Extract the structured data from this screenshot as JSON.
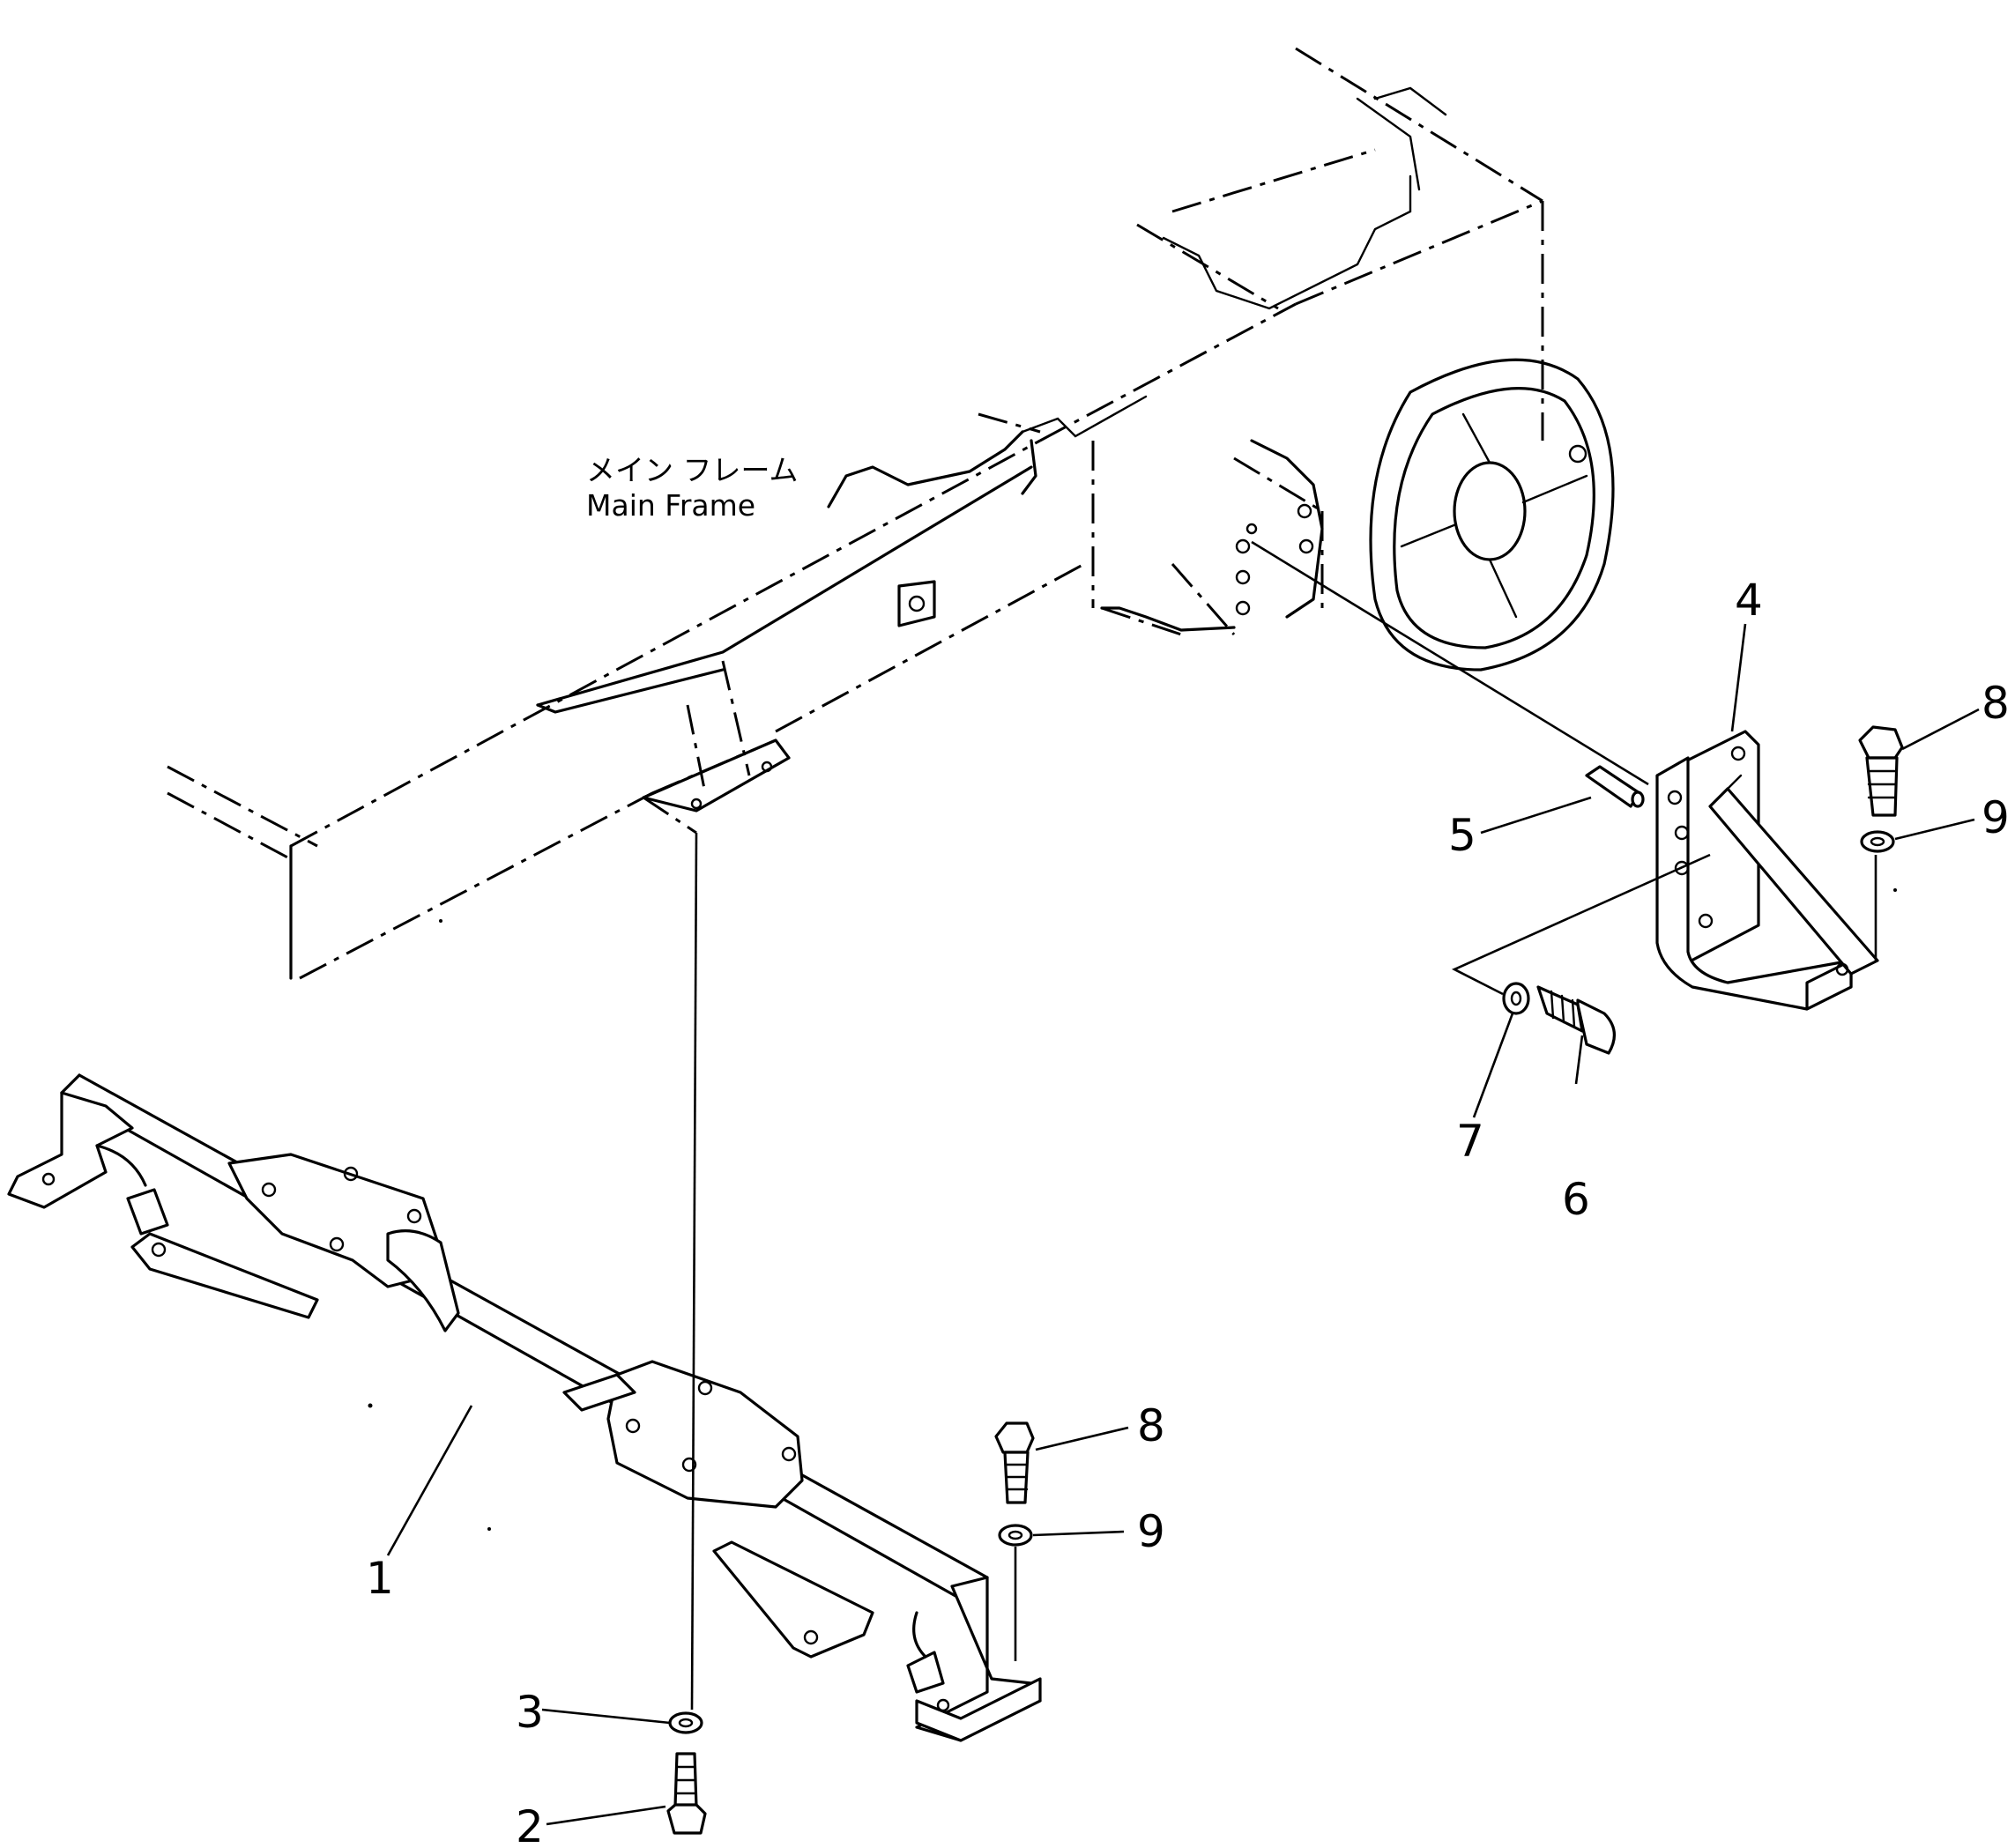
{
  "labels": {
    "main_frame_jp": "メイン フレーム",
    "main_frame_en": "Main Frame"
  },
  "callouts": [
    {
      "id": "1",
      "text": "1"
    },
    {
      "id": "2",
      "text": "2"
    },
    {
      "id": "3",
      "text": "3"
    },
    {
      "id": "4",
      "text": "4"
    },
    {
      "id": "5",
      "text": "5"
    },
    {
      "id": "6",
      "text": "6"
    },
    {
      "id": "7",
      "text": "7"
    },
    {
      "id": "8a",
      "text": "8"
    },
    {
      "id": "8b",
      "text": "8"
    },
    {
      "id": "9a",
      "text": "9"
    },
    {
      "id": "9b",
      "text": "9"
    }
  ],
  "colors": {
    "line": "#000000",
    "background": "#ffffff"
  }
}
